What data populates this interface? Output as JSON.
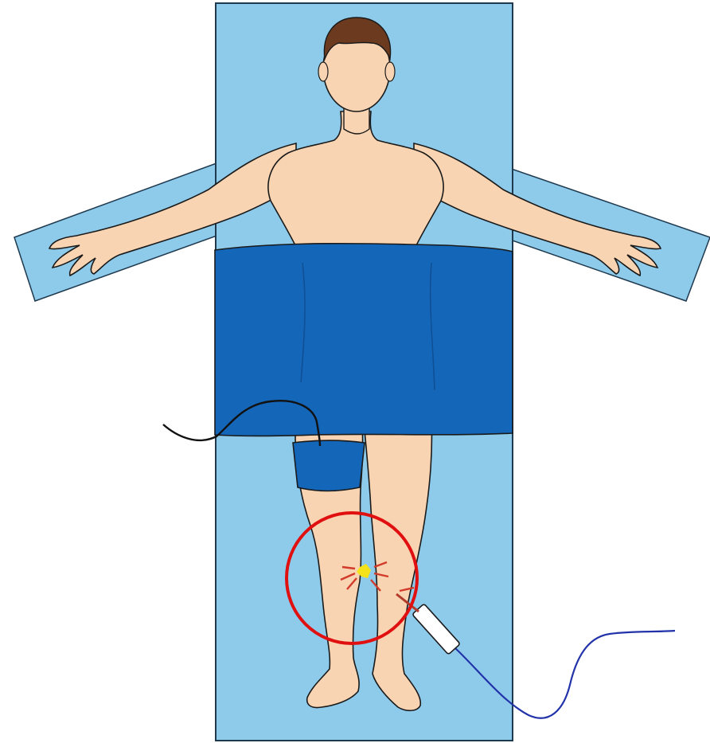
{
  "colors": {
    "background": "#ffffff",
    "table": "#8ecbeb",
    "table_outline": "#1f3a4f",
    "skin": "#f9d4b2",
    "skin_outline": "#1a1a1a",
    "hair": "#6b3a1f",
    "drape": "#1466b8",
    "drape_fold": "#0f4f93",
    "cuff": "#1466b8",
    "ground_cable": "#111111",
    "probe_cable": "#2233aa",
    "highlight_circle": "#e01010",
    "spark_center": "#f4e31a",
    "spark_rays": "#d23a2a"
  },
  "icons": {
    "patient": "supine-patient-figure",
    "table": "operating-table",
    "armboards": "arm-board-pair",
    "drape": "surgical-drape",
    "cuff": "thigh-tourniquet-cuff",
    "electrode_cable": "return-electrode-cable",
    "probe": "electrosurgical-probe",
    "marker": "highlight-circle",
    "spark": "burn-spark"
  }
}
